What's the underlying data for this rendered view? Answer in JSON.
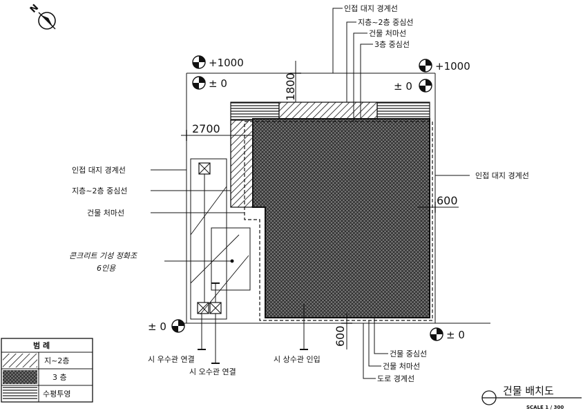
{
  "elevations": {
    "plus_1000_left": "+1000",
    "plus_1000_right": "+1000",
    "zero_tl": "± 0",
    "zero_tr": "± 0",
    "zero_bl": "± 0",
    "zero_br": "± 0"
  },
  "dimensions": {
    "top": "1800",
    "left": "2700",
    "right": "600",
    "bottom": "600"
  },
  "top_labels": {
    "adjacent_boundary": "인접 대지 경계선",
    "center_b1_2f": "지층~2층 중심선",
    "eaves": "건물 처마선",
    "center_3f": "3층 중심선"
  },
  "left_labels": {
    "adjacent_boundary": "인접 대지 경계선",
    "center_b1_2f": "지층~2층 중심선",
    "eaves": "건물 처마선",
    "septic_note_1": "콘크리트 기성 정화조",
    "septic_note_2": "6인용"
  },
  "right_labels": {
    "adjacent_boundary": "인접 대지 경계선"
  },
  "bottom_labels": {
    "rain_pipe": "시 우수관 연결",
    "sewage_pipe": "시 오수관 연결",
    "water_pipe": "시 상수관 인입",
    "center": "건물 중심선",
    "eaves": "건물 처마선",
    "road_boundary": "도로 경계선"
  },
  "legend": {
    "header": "범   례",
    "row1": "지~2층",
    "row2": "3   층",
    "row3": "수평투영"
  },
  "title": {
    "main": "건물 배치도",
    "scale": "SCALE 1 / 300"
  },
  "north": "N"
}
